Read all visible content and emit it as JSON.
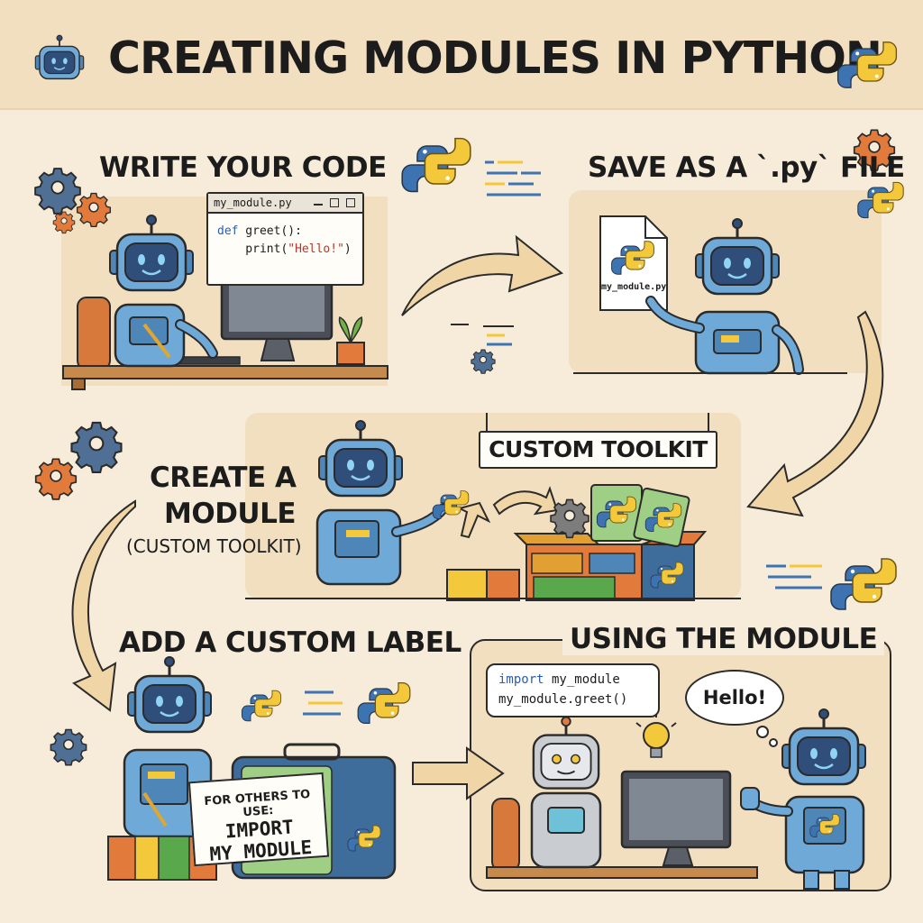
{
  "title": "CREATING MODULES IN PYTHON",
  "steps": {
    "write": {
      "label": "WRITE YOUR CODE"
    },
    "save": {
      "label": "SAVE AS A `.py` FILE"
    },
    "create": {
      "label_line1": "CREATE A",
      "label_line2": "MODULE",
      "sublabel": "(CUSTOM TOOLKIT)"
    },
    "label": {
      "label": "ADD A CUSTOM LABEL"
    },
    "use": {
      "label": "USING THE MODULE"
    }
  },
  "editor": {
    "filename": "my_module.py",
    "keyword_def": "def",
    "line1_rest": " greet():",
    "line2_indent": "    print(",
    "line2_string": "\"Hello!\"",
    "line2_end": ")"
  },
  "file_icon": {
    "filename": "my_module.py"
  },
  "toolkit_sign": "CUSTOM TOOLKIT",
  "tag": {
    "line1": "FOR OTHERS TO USE:",
    "line2": "IMPORT",
    "line3": "MY_MODULE"
  },
  "usage_code": {
    "keyword_import": "import",
    "line1_rest": " my_module",
    "line2": "my_module.greet()"
  },
  "speech": {
    "text": "Hello!"
  },
  "colors": {
    "background": "#f7ecd9",
    "panel": "#f1dfc0",
    "robot_blue": "#6ea9d8",
    "robot_dark": "#2f4f7a",
    "python_blue": "#3d73b0",
    "python_yellow": "#f4c83b",
    "gear_orange": "#e17a3b",
    "gear_blue": "#4f6f94",
    "arrow": "#f0d5a7"
  },
  "icons": [
    "robot-icon",
    "python-logo-icon",
    "gear-icon",
    "lightbulb-icon",
    "plant-icon",
    "file-icon",
    "toolbox-icon",
    "monitor-icon"
  ]
}
